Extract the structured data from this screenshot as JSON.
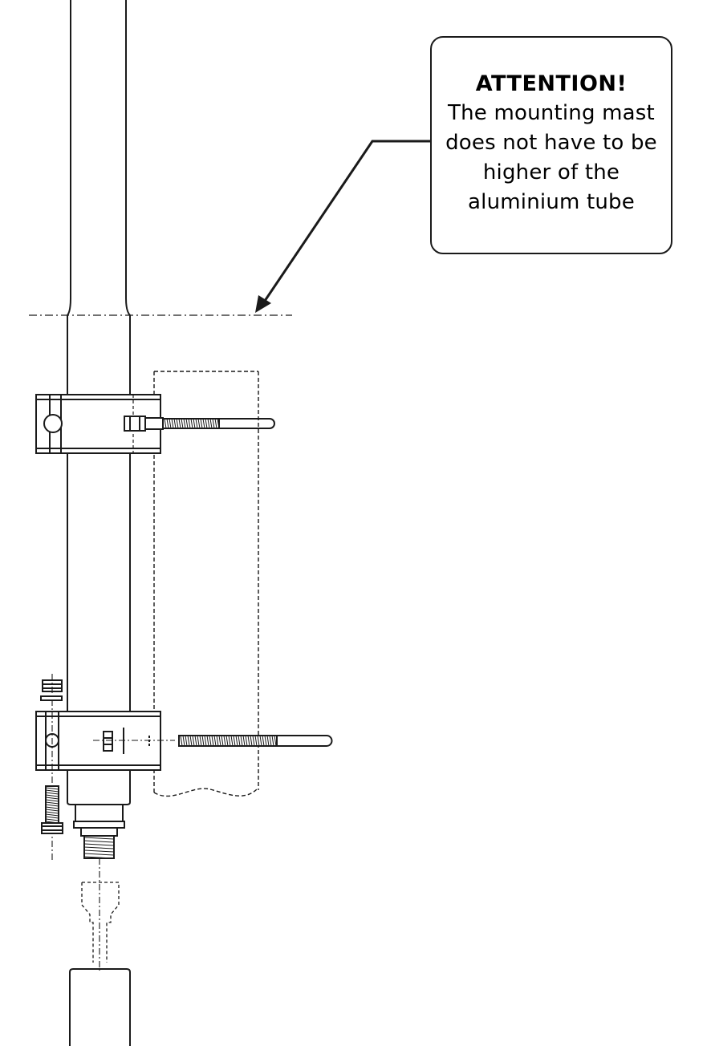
{
  "callout": {
    "title": "ATTENTION!",
    "lines": [
      "The mounting mast",
      "does not have to be",
      "higher of the",
      "aluminium tube"
    ]
  },
  "colors": {
    "line": "#1a1a1a",
    "background": "#ffffff"
  }
}
